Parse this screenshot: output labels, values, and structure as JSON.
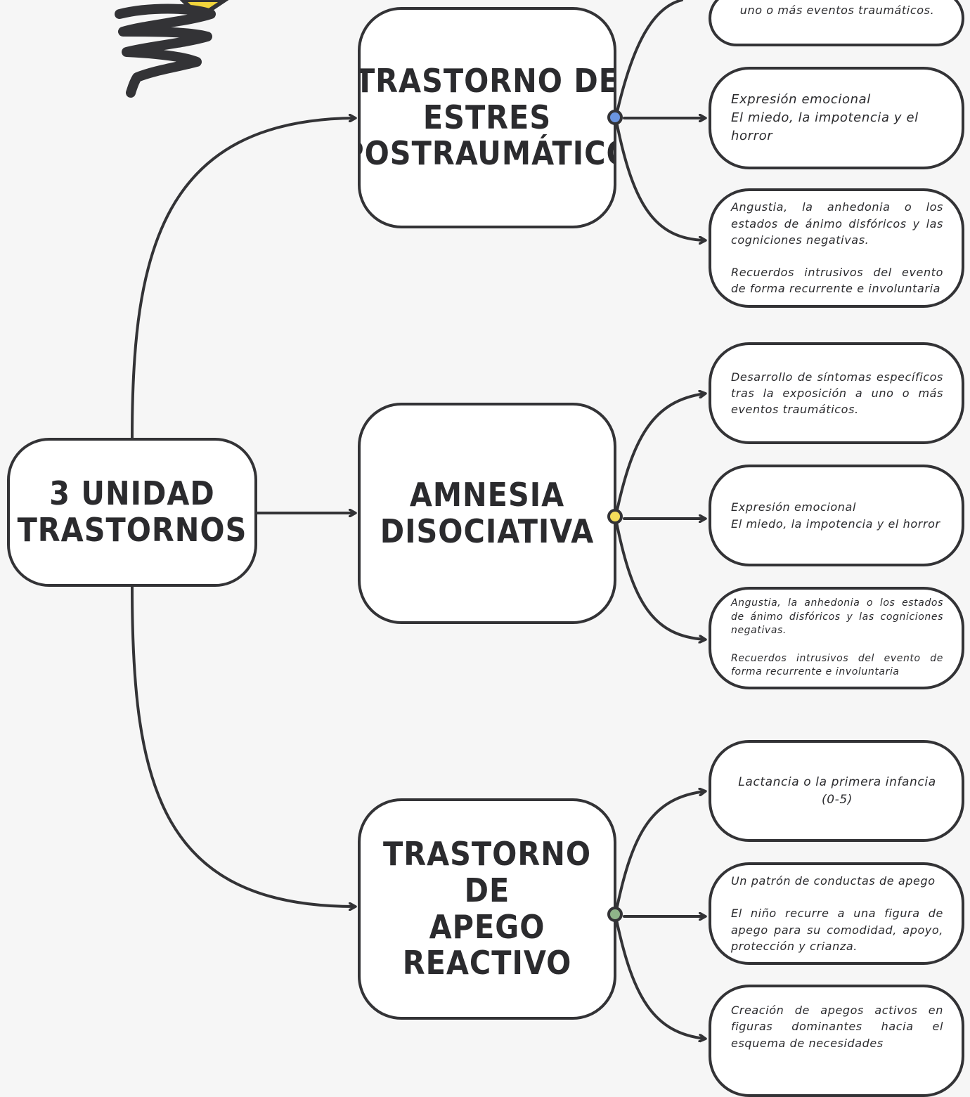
{
  "colors": {
    "line": "#333336",
    "dot_blue": "#6b95e0",
    "dot_yellow": "#f4dd5a",
    "dot_green": "#8fb489",
    "decoration_yellow": "#f2d53c"
  },
  "root": {
    "title": "3 UNIDAD\nTRASTORNOS"
  },
  "branches": [
    {
      "title": "TRASTORNO DE\nESTRES\nPOSTRAUMÁTICO",
      "items": [
        "uno o más eventos traumáticos.",
        "Expresión emocional\nEl miedo, la impotencia y el horror",
        "Angustia, la anhedonia o los estados de ánimo disfóricos y las cogniciones negativas.\n\nRecuerdos intrusivos del evento de forma recurrente e involuntaria"
      ]
    },
    {
      "title": "AMNESIA\nDISOCIATIVA",
      "items": [
        "Desarrollo de síntomas específicos tras la exposición a uno o más eventos traumáticos.",
        "Expresión emocional\nEl miedo, la impotencia y el horror",
        "Angustia, la anhedonia o los estados de ánimo disfóricos y las cogniciones negativas.\n\nRecuerdos intrusivos del evento de forma recurrente e involuntaria"
      ]
    },
    {
      "title": "TRASTORNO DE\nAPEGO REACTIVO",
      "items": [
        "Lactancia o la primera infancia\n(0-5)",
        "Un patrón de conductas de apego\n\nEl niño recurre a una figura de apego para su comodidad, apoyo, protección y crianza.",
        "Creación de apegos activos en figuras dominantes hacia el esquema de necesidades"
      ]
    }
  ]
}
